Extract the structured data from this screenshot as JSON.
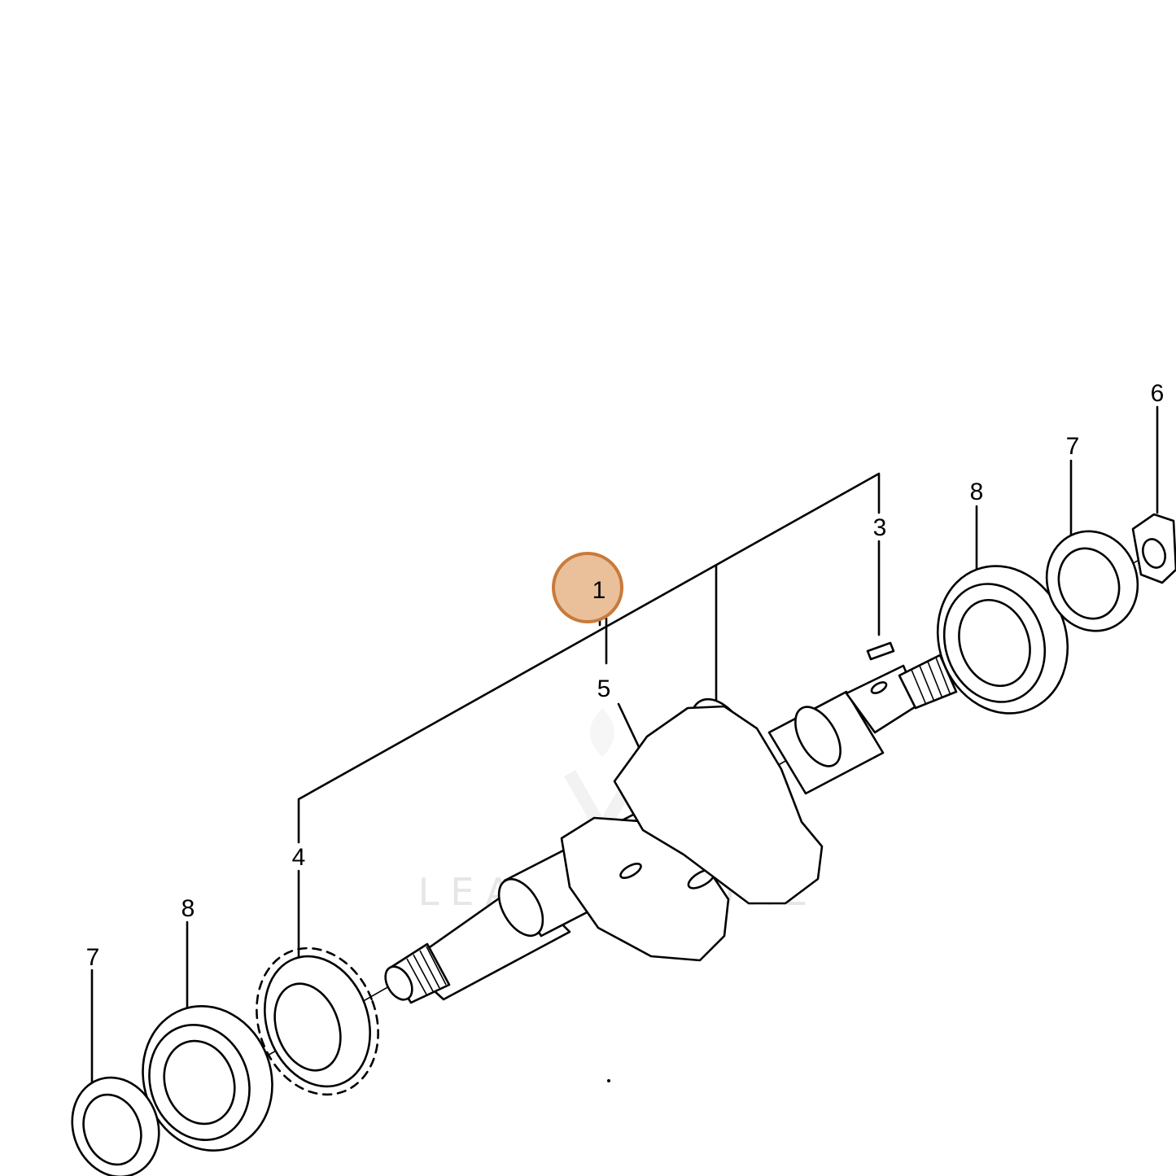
{
  "diagram": {
    "callouts": [
      {
        "id": "c1",
        "text": "1",
        "highlighted": true
      },
      {
        "id": "c3",
        "text": "3"
      },
      {
        "id": "c4",
        "text": "4"
      },
      {
        "id": "c5",
        "text": "5"
      },
      {
        "id": "c6",
        "text": "6"
      },
      {
        "id": "c7a",
        "text": "7"
      },
      {
        "id": "c7b",
        "text": "7"
      },
      {
        "id": "c8a",
        "text": "8"
      },
      {
        "id": "c8b",
        "text": "8"
      }
    ],
    "highlight_color": "#e9c09a",
    "highlight_stroke": "#c97a3a",
    "watermark": "LEADVENTURE"
  }
}
